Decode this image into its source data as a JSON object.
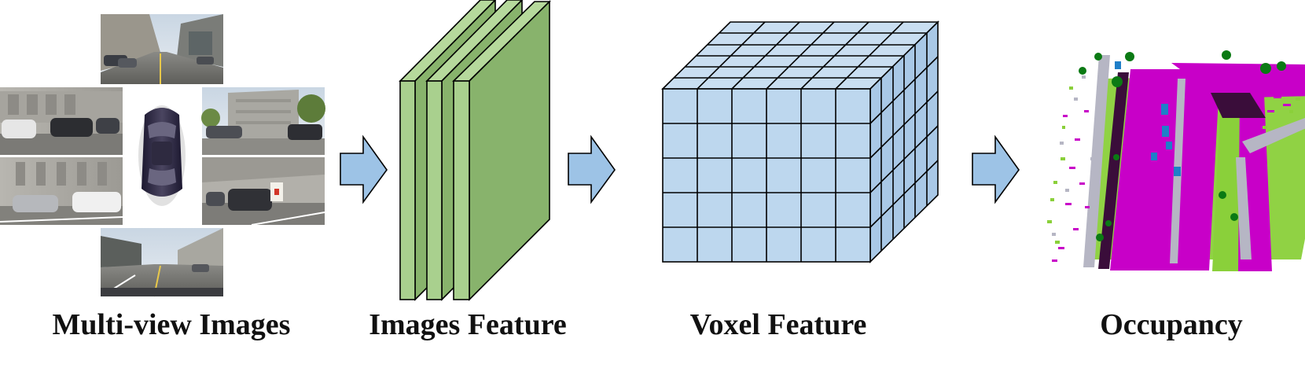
{
  "labels": {
    "multiview": "Multi-view Images",
    "image_feature": "Images Feature",
    "voxel_feature": "Voxel Feature",
    "occupancy": "Occupancy"
  },
  "colors": {
    "arrow_fill": "#9dc3e6",
    "feature_front": "#a9d08e",
    "feature_side": "#88b36c",
    "voxel_fill": "#bdd7ee",
    "road": "#c800c8",
    "vegetation": "#8ad03a",
    "tree": "#0b7a14",
    "building": "#b6b6c4",
    "vehicle": "#1f7fc8",
    "wall": "#3a0d3a"
  },
  "icons": [
    "process-arrow-icon",
    "car-top-view-icon"
  ]
}
